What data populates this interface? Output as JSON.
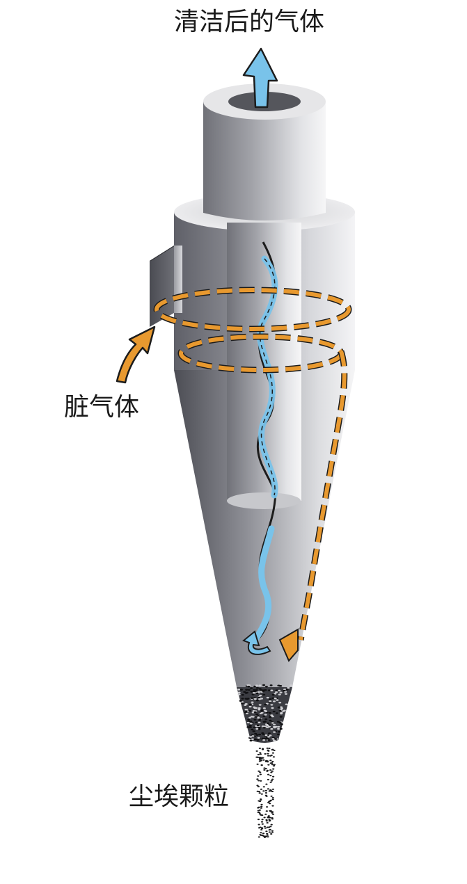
{
  "labels": {
    "clean_gas": "清洁后的气体",
    "dirty_gas": "脏气体",
    "dust_particles": "尘埃颗粒"
  },
  "colors": {
    "orange_flow": "#e8992f",
    "blue_flow": "#79c3ea",
    "steel_dark": "#5f6068",
    "steel_light": "#f4f4f6"
  }
}
